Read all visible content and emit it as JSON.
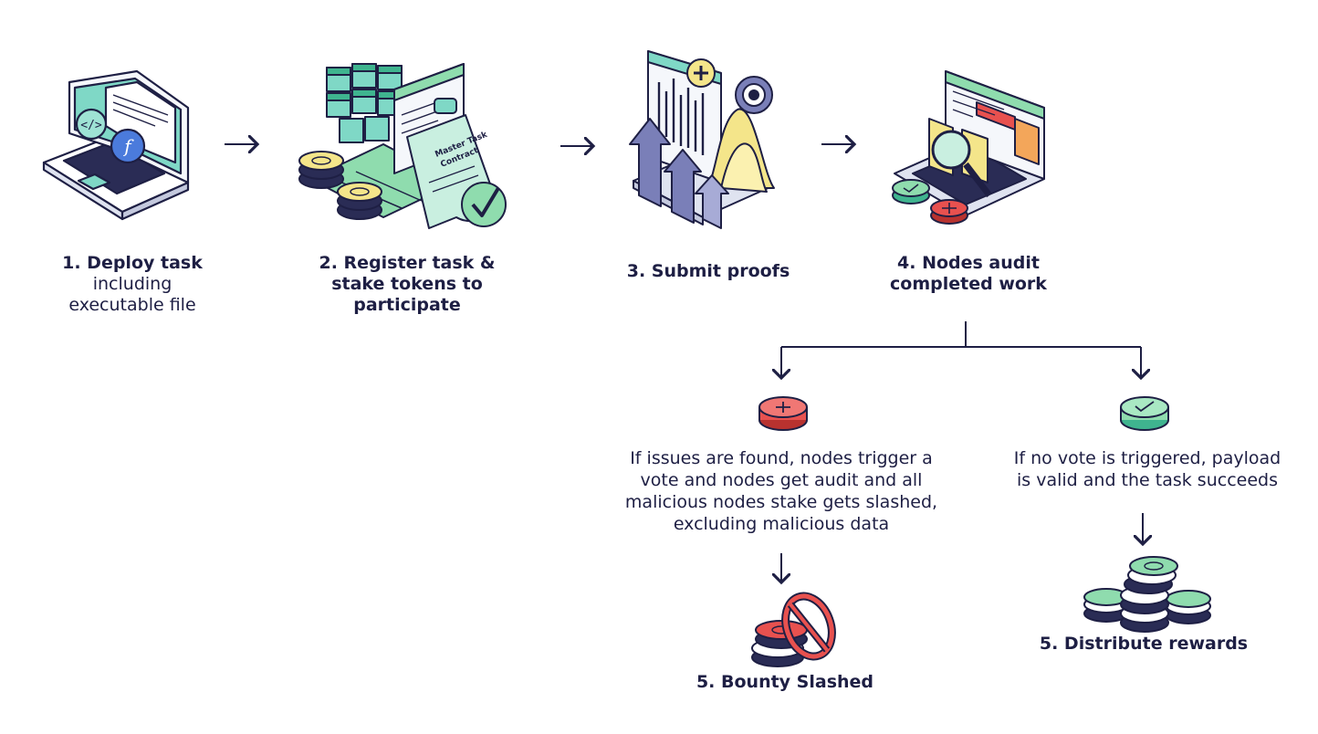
{
  "steps": {
    "step1": {
      "title": "1. Deploy task",
      "line2": "including",
      "line3": "executable file"
    },
    "step2": {
      "line1": "2. Register task &",
      "line2": "stake tokens to",
      "line3": "participate",
      "contract_line1": "Master Task",
      "contract_line2": "Contract"
    },
    "step3": {
      "title": "3. Submit proofs"
    },
    "step4": {
      "line1": "4. Nodes audit",
      "line2": "completed work"
    }
  },
  "branches": {
    "failure": {
      "lines": [
        "If issues are found, nodes trigger a",
        "vote and nodes get audit and all",
        "malicious nodes stake gets slashed,",
        "excluding malicious data"
      ],
      "result": "5. Bounty Slashed"
    },
    "success": {
      "lines": [
        "If no vote is triggered, payload",
        "is valid and the task succeeds"
      ],
      "result": "5. Distribute rewards"
    }
  },
  "icons": {
    "step1": "laptop-code-icon",
    "step2": "contract-cubes-coins-icon",
    "step3": "proof-charts-icon",
    "step4": "audit-magnifier-icon",
    "fail_badge": "red-plus-badge-icon",
    "ok_badge": "green-check-badge-icon",
    "slashed": "slashed-coins-icon",
    "rewards": "reward-coins-stack-icon"
  },
  "colors": {
    "ink": "#1e1f44",
    "teal": "#7fd8c6",
    "green": "#8fdcae",
    "red": "#e8514f",
    "yellow": "#f4e58a",
    "blue": "#4b7bdc",
    "purple": "#7a7fb8"
  }
}
